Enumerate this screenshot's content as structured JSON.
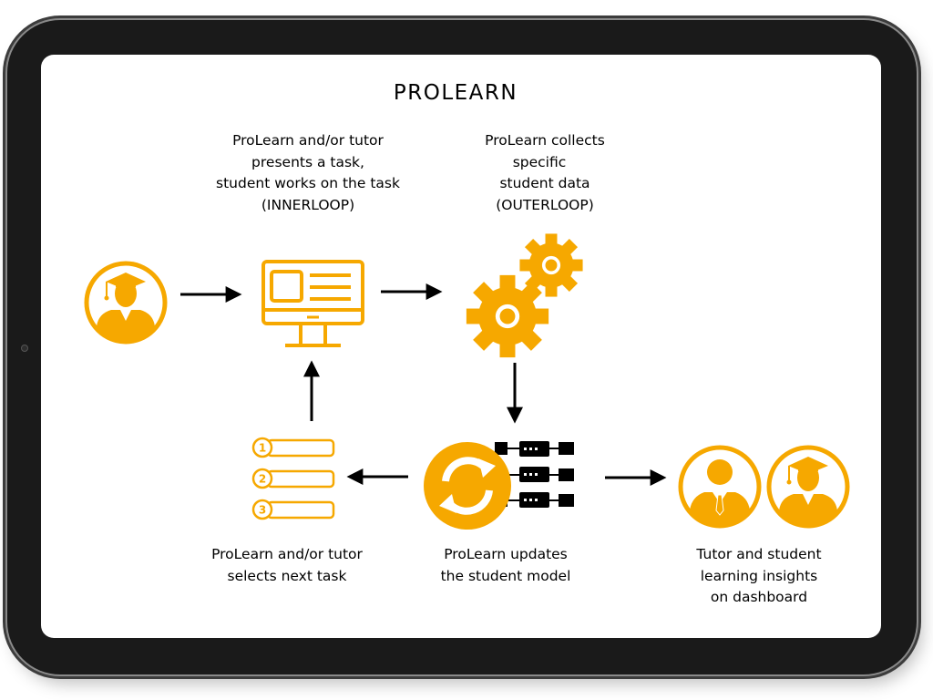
{
  "title": "PROLEARN",
  "colors": {
    "accent": "#F6A800",
    "ink": "#000000",
    "background": "#FFFFFF",
    "device": "#1A1A1A"
  },
  "steps": {
    "present_task": {
      "lines": [
        "ProLearn and/or tutor",
        "presents a task,",
        "student works on the task",
        "(INNERLOOP)"
      ]
    },
    "collect_data": {
      "lines": [
        "ProLearn collects",
        "specific",
        "student data",
        "(OUTERLOOP)"
      ]
    },
    "select_next": {
      "lines": [
        "ProLearn and/or tutor",
        "selects next task"
      ]
    },
    "update_model": {
      "lines": [
        "ProLearn updates",
        "the student model"
      ]
    },
    "dashboard": {
      "lines": [
        "Tutor and student",
        "learning insights",
        "on dashboard"
      ]
    }
  },
  "task_list": {
    "numbers": [
      "1",
      "2",
      "3"
    ]
  },
  "icons": [
    "student-graduate-icon",
    "monitor-icon",
    "gears-icon",
    "sync-icon",
    "server-network-icon",
    "numbered-list-icon",
    "tutor-icon"
  ]
}
